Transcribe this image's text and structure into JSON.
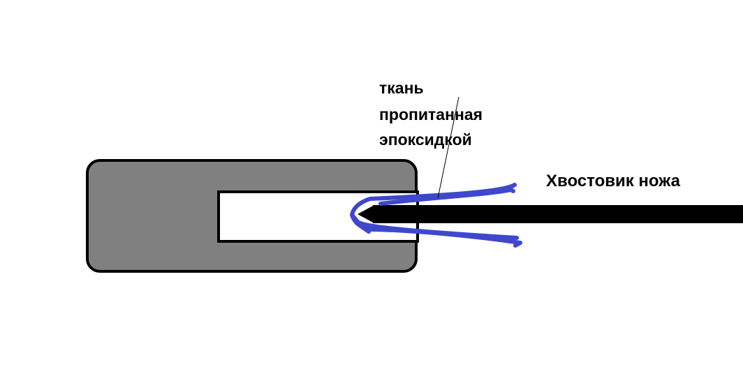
{
  "labels": {
    "fabric": {
      "line1": "ткань",
      "line2": "пропитанная",
      "line3": "эпоксидкой"
    },
    "tang": "Хвостовик ножа"
  },
  "colors": {
    "background": "#ffffff",
    "handle_fill": "#808080",
    "outline": "#000000",
    "slot_fill": "#ffffff",
    "fabric": "#3f48cc",
    "tang": "#000000"
  }
}
